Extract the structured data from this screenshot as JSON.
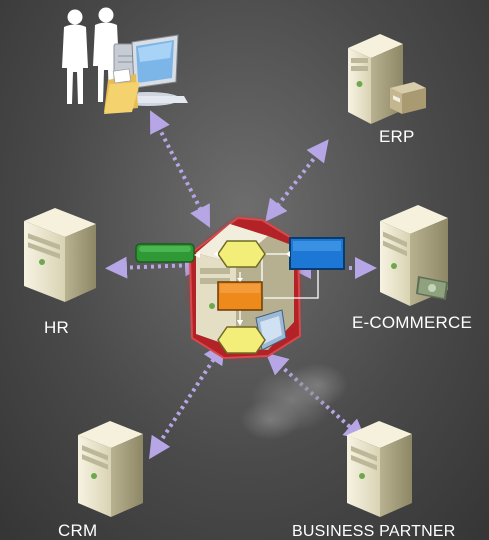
{
  "nodes": {
    "erp": {
      "label": "ERP"
    },
    "hr": {
      "label": "HR"
    },
    "ecommerce": {
      "label": "E-COMMERCE"
    },
    "crm": {
      "label": "CRM"
    },
    "partner": {
      "label": "BUSINESS PARTNER"
    },
    "users": {
      "icon": "users-with-computer-icon"
    },
    "hub": {
      "icon": "integration-hub-icon"
    }
  },
  "colors": {
    "connector": "#b7a6e6",
    "hub_glow": "#c0282c",
    "server_body": "#e9e4cc",
    "block_green": "#2f9a35",
    "block_yellow": "#f3ee7a",
    "block_blue": "#1c78d4",
    "block_orange": "#ee8a1c"
  }
}
